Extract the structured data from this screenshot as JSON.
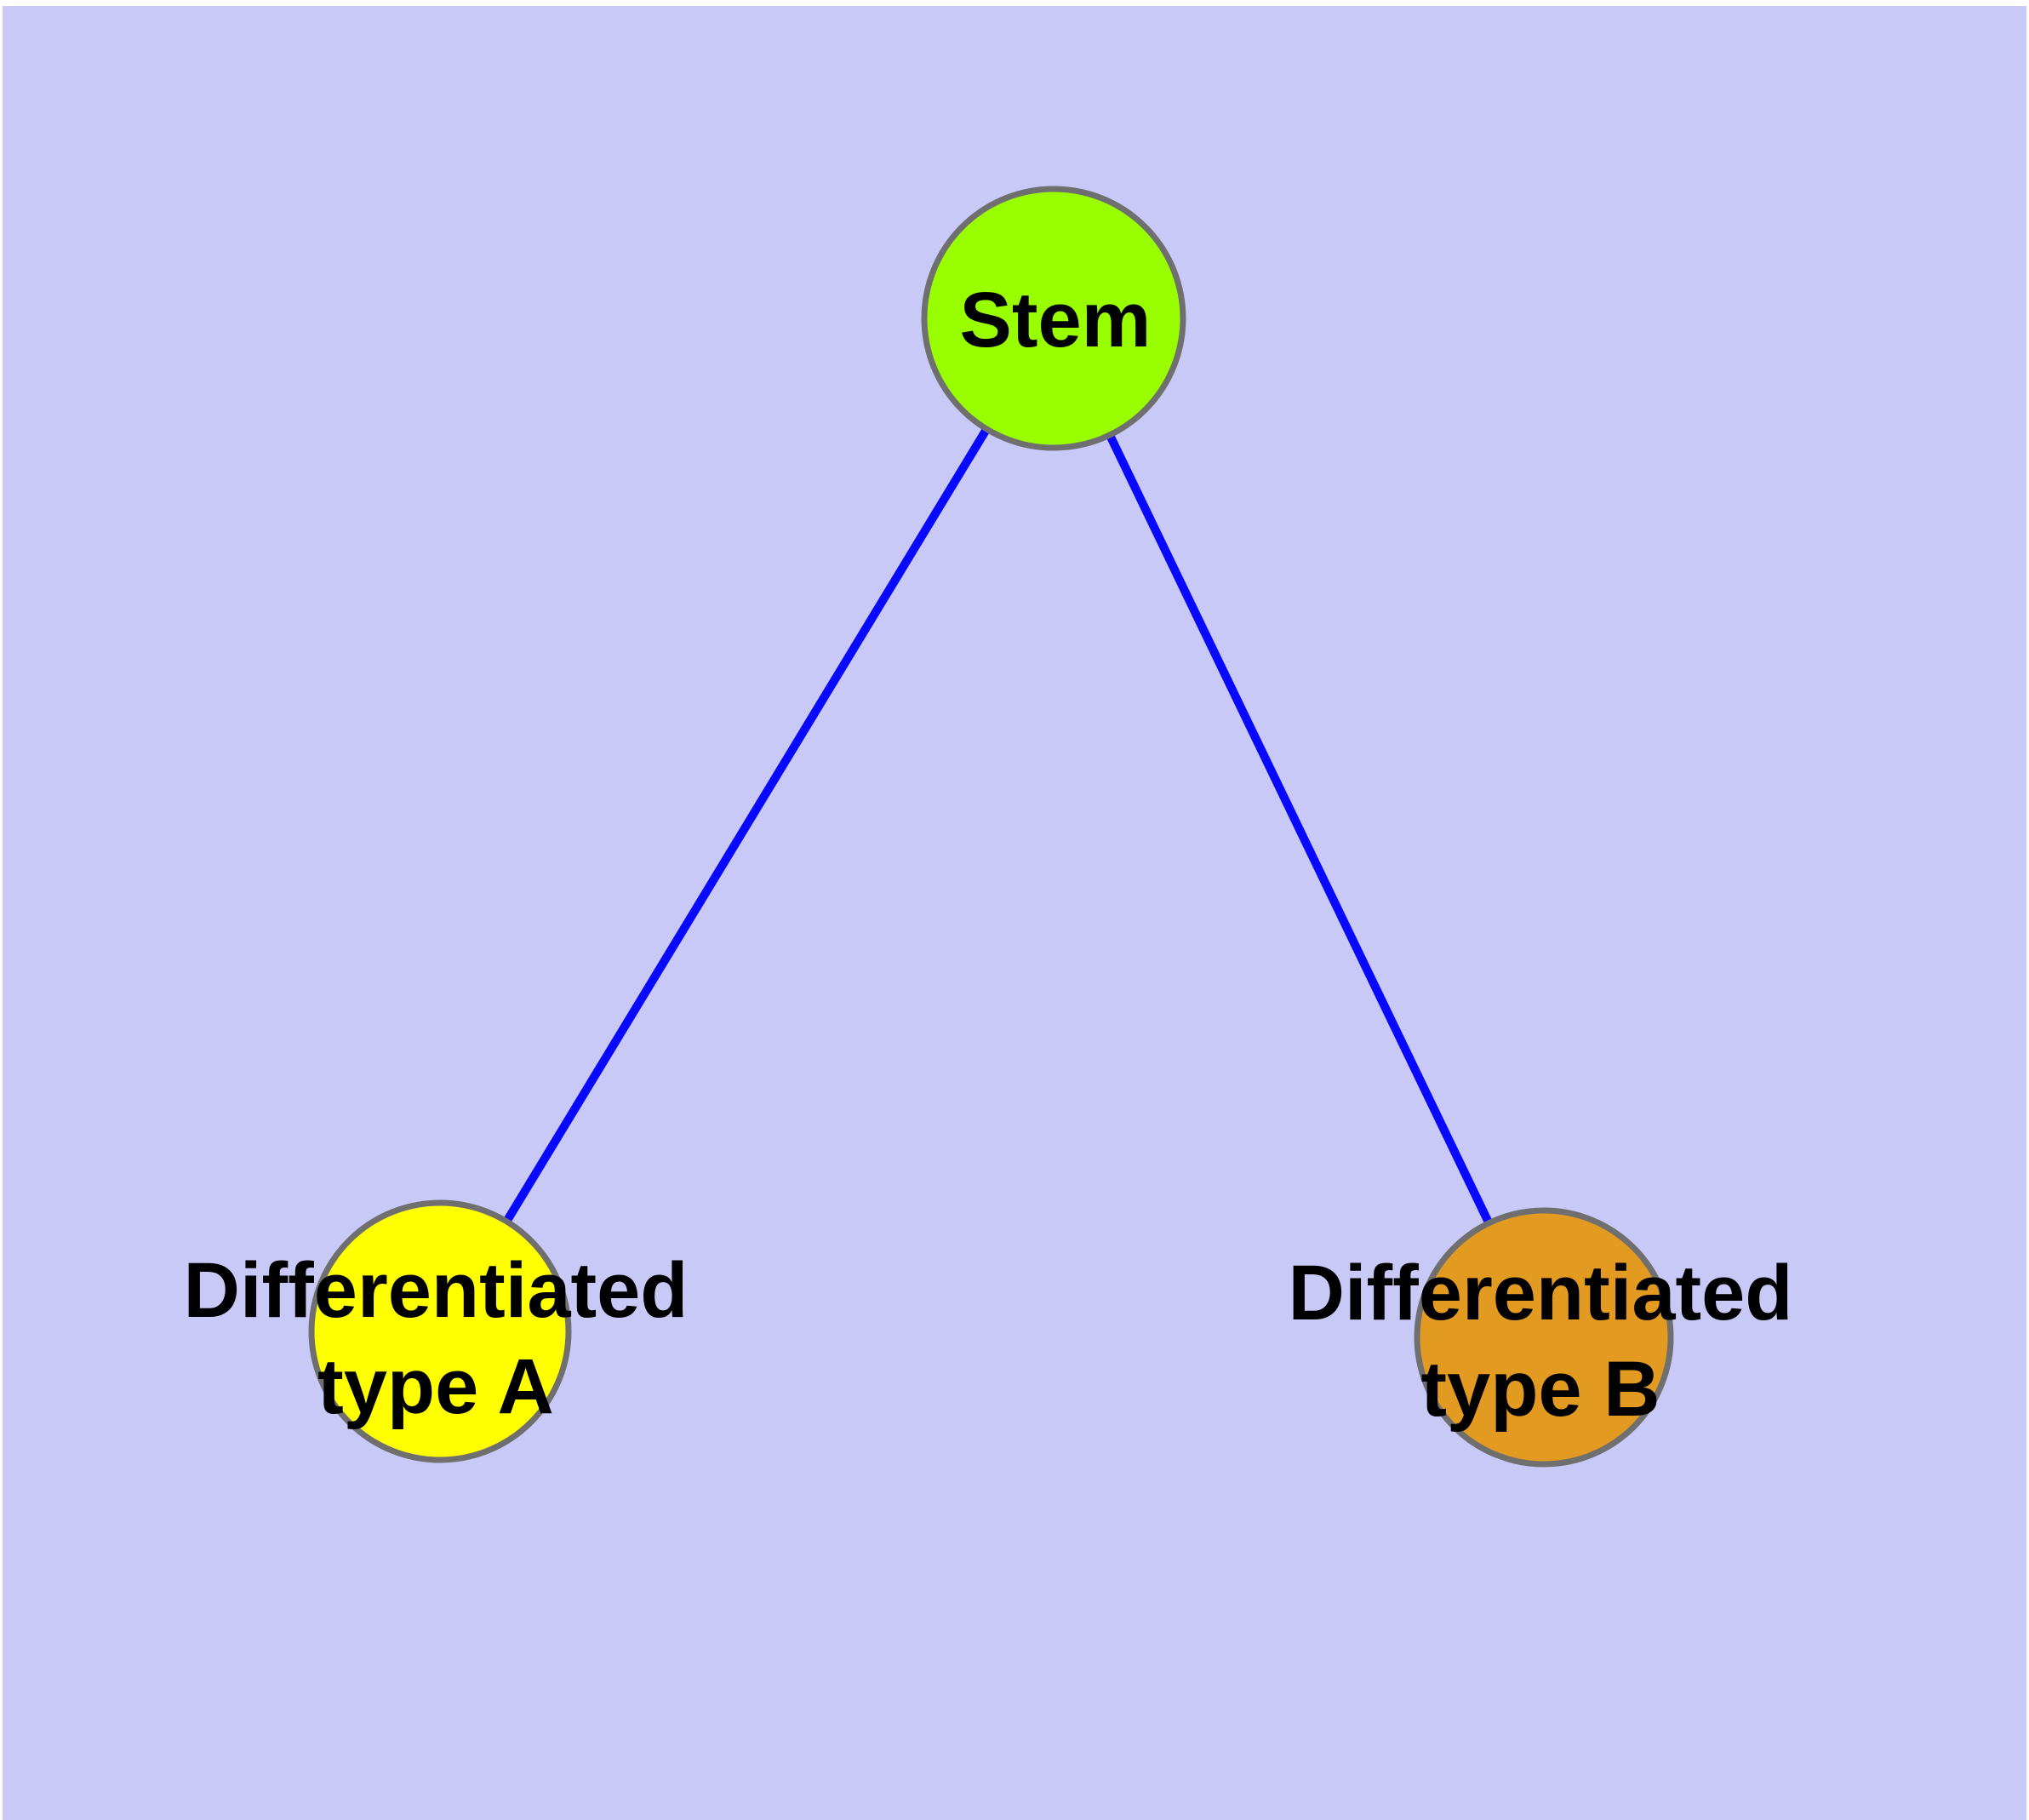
{
  "diagram": {
    "background_color": "#c9c9f8",
    "page_margin_color": "#ffffff",
    "edge_color": "#0808ff",
    "node_border_color": "#6f6f6f",
    "label_color": "#000000",
    "nodes": [
      {
        "id": "stem",
        "label": "Stem",
        "fill": "#99ff00"
      },
      {
        "id": "differentiated-type-a",
        "label_line1": "Differentiated",
        "label_line2": "type A",
        "fill": "#ffff00"
      },
      {
        "id": "differentiated-type-b",
        "label_line1": "Differentiated",
        "label_line2": "type B",
        "fill": "#e39a20"
      }
    ],
    "edges": [
      {
        "from": "stem",
        "to": "differentiated-type-a"
      },
      {
        "from": "stem",
        "to": "differentiated-type-b"
      }
    ]
  }
}
